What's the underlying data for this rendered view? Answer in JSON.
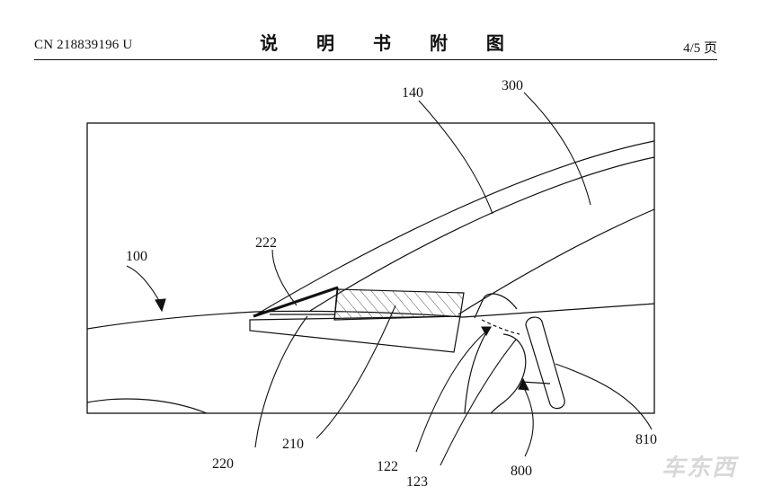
{
  "header": {
    "publication_number": "CN 218839196 U",
    "title": "说 明 书 附 图",
    "page": "4/5 页"
  },
  "figure": {
    "labels": {
      "r100": "100",
      "r140": "140",
      "r300": "300",
      "r222": "222",
      "r220": "220",
      "r210": "210",
      "r122": "122",
      "r123": "123",
      "r800": "800",
      "r810": "810"
    }
  },
  "watermark": "车东西"
}
